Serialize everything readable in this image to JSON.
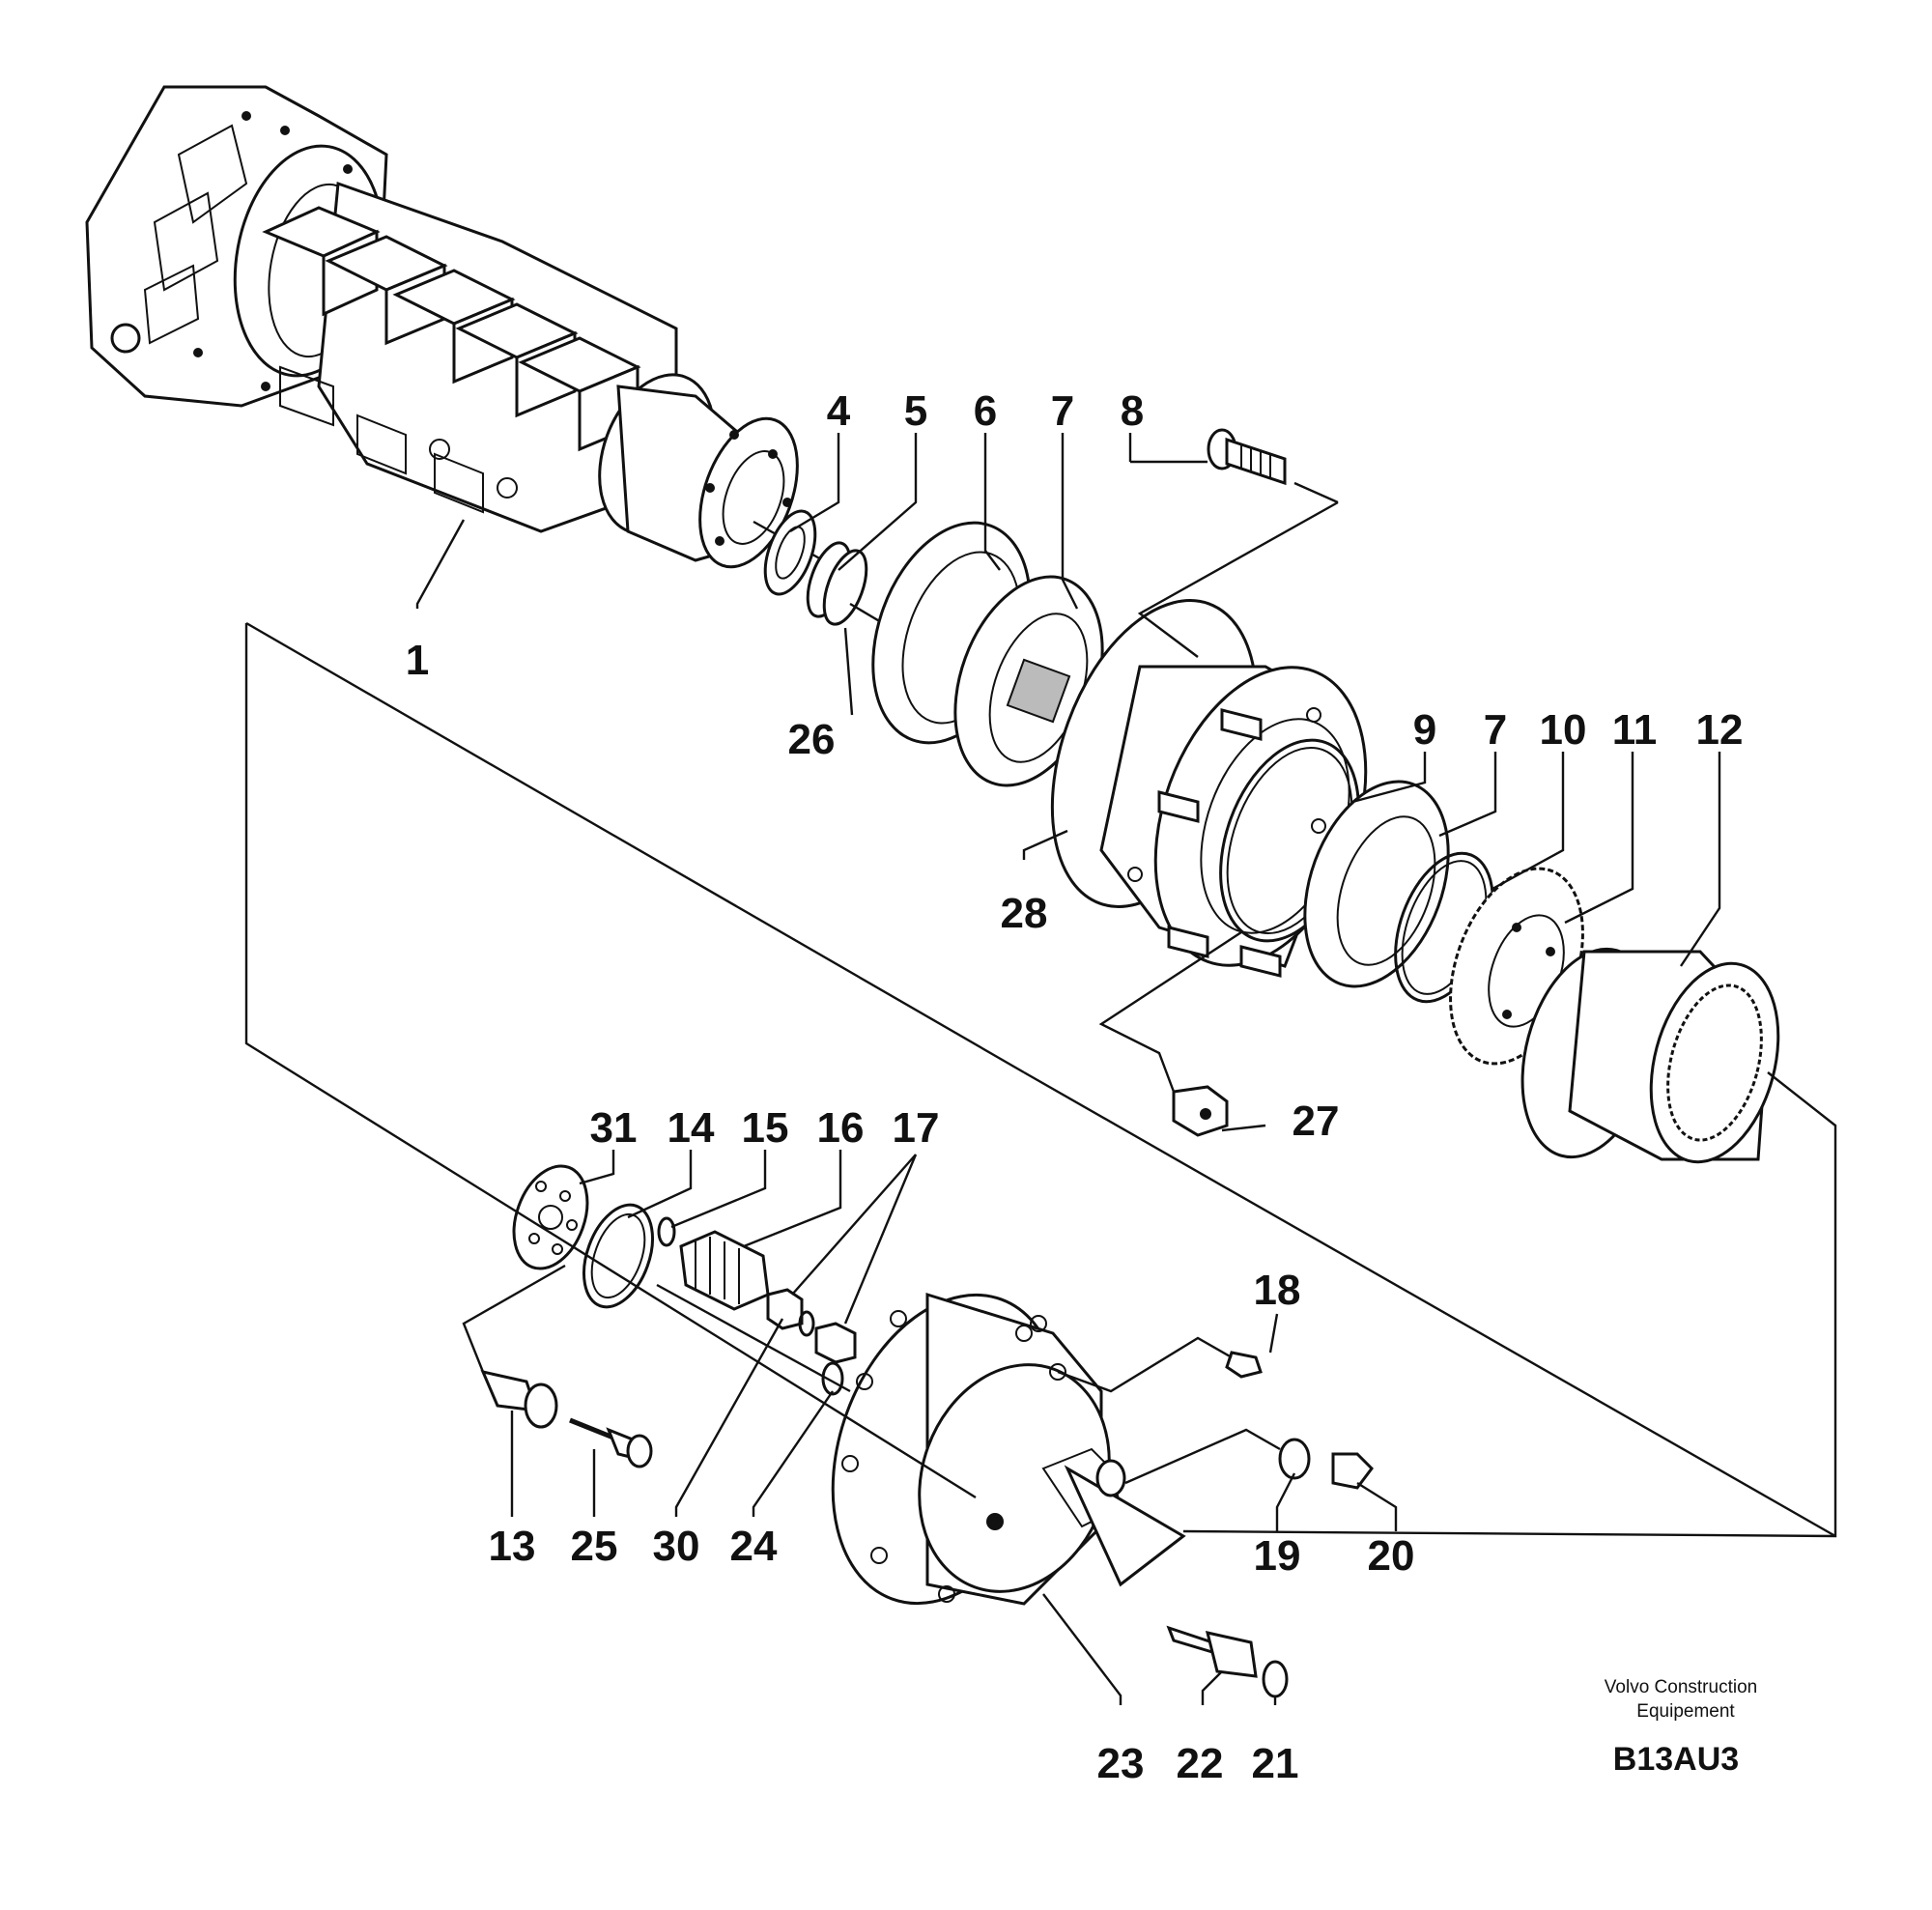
{
  "callouts": {
    "c1": "1",
    "c4": "4",
    "c5": "5",
    "c6": "6",
    "c7a": "7",
    "c8": "8",
    "c26": "26",
    "c28": "28",
    "c9": "9",
    "c7b": "7",
    "c10": "10",
    "c11": "11",
    "c12": "12",
    "c27": "27",
    "c31": "31",
    "c14": "14",
    "c15": "15",
    "c16": "16",
    "c17": "17",
    "c18": "18",
    "c13": "13",
    "c25": "25",
    "c30": "30",
    "c24": "24",
    "c19": "19",
    "c20": "20",
    "c23": "23",
    "c22": "22",
    "c21": "21"
  },
  "footer": {
    "company_line1": "Volvo Construction",
    "company_line2": "Equipement",
    "drawing_code": "B13AU3"
  }
}
